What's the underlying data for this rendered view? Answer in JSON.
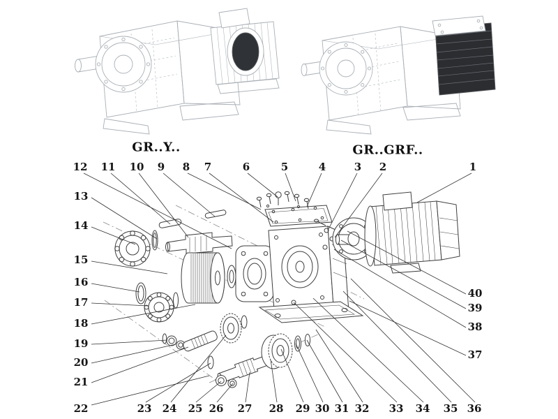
{
  "diagram": {
    "title_context": "Gear reducer exploded parts diagram",
    "variants": [
      {
        "label": "GR..Y.."
      },
      {
        "label": "GR..GRF.."
      }
    ],
    "callouts": {
      "top": [
        "12",
        "11",
        "10",
        "9",
        "8",
        "7",
        "6",
        "5",
        "4",
        "3",
        "2",
        "1"
      ],
      "left": [
        "13",
        "14",
        "15",
        "16",
        "17",
        "18",
        "19",
        "20",
        "21",
        "22"
      ],
      "bottom": [
        "23",
        "24",
        "25",
        "26",
        "27",
        "28",
        "29",
        "30",
        "31",
        "32",
        "33",
        "34",
        "35",
        "36"
      ],
      "right": [
        "40",
        "39",
        "38",
        "37"
      ]
    },
    "colors": {
      "background": "#ffffff",
      "exploded_line": "#3d3d3d",
      "leader_line": "#2f2f2f",
      "faint_line": "#a9afb5",
      "dark_fill": "#2b2d31",
      "label_text": "#161616"
    }
  }
}
